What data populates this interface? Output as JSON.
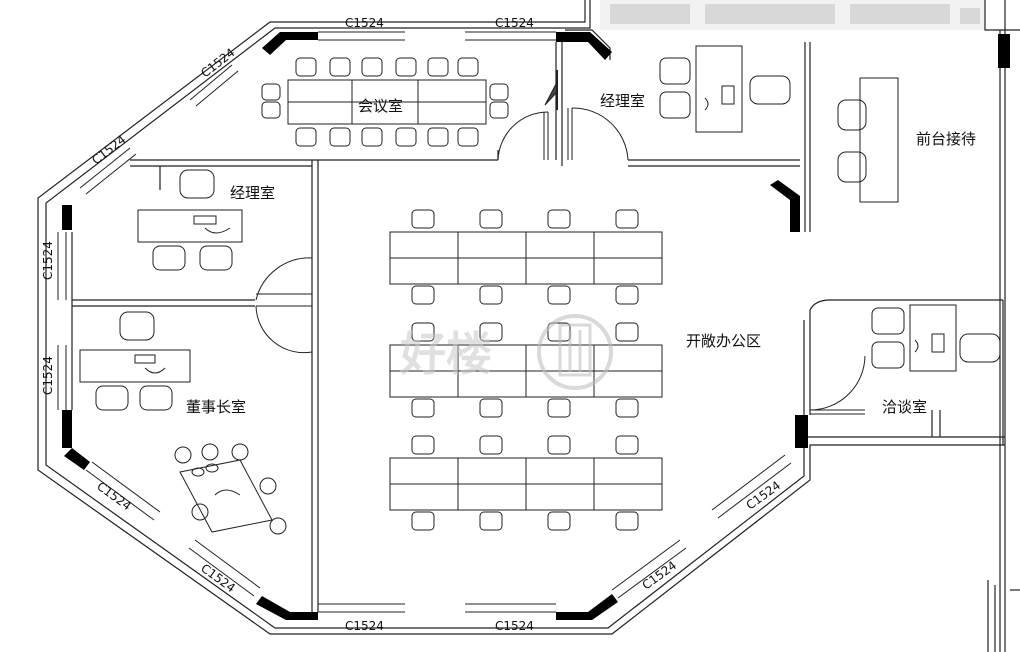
{
  "rooms": {
    "meeting_room": "会议室",
    "manager_room_top": "经理室",
    "manager_room_left": "经理室",
    "reception": "前台接待",
    "open_office": "开敞办公区",
    "chairman_office": "董事长室",
    "negotiation_room": "洽谈室"
  },
  "window_code": "C1524",
  "watermark": {
    "text": "好楼",
    "color": "#c8c8c8"
  },
  "colors": {
    "line": "#222222",
    "wall_solid": "#000000",
    "background": "#ffffff"
  }
}
